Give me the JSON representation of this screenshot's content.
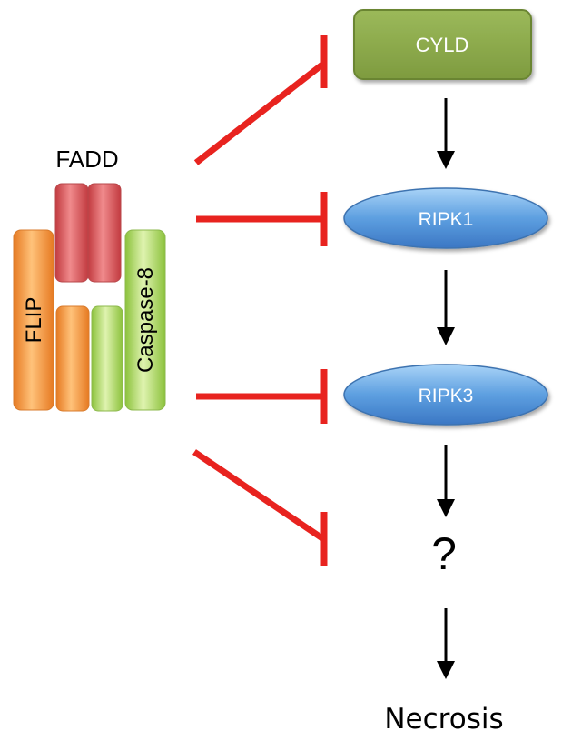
{
  "complex": {
    "fadd_label": "FADD",
    "flip_label": "FLIP",
    "caspase_label": "Caspase-8"
  },
  "nodes": {
    "cyld": "CYLD",
    "ripk1": "RIPK1",
    "ripk3": "RIPK3",
    "unknown": "?",
    "necrosis": "Necrosis"
  },
  "colors": {
    "inhibition": "#e8231f",
    "cyld_fill": "#8fab4a",
    "ripk_fill": "#5b9bd5",
    "fadd_fill": "#d9545a",
    "flip_fill": "#f5943b",
    "caspase_fill": "#a9d45a"
  }
}
